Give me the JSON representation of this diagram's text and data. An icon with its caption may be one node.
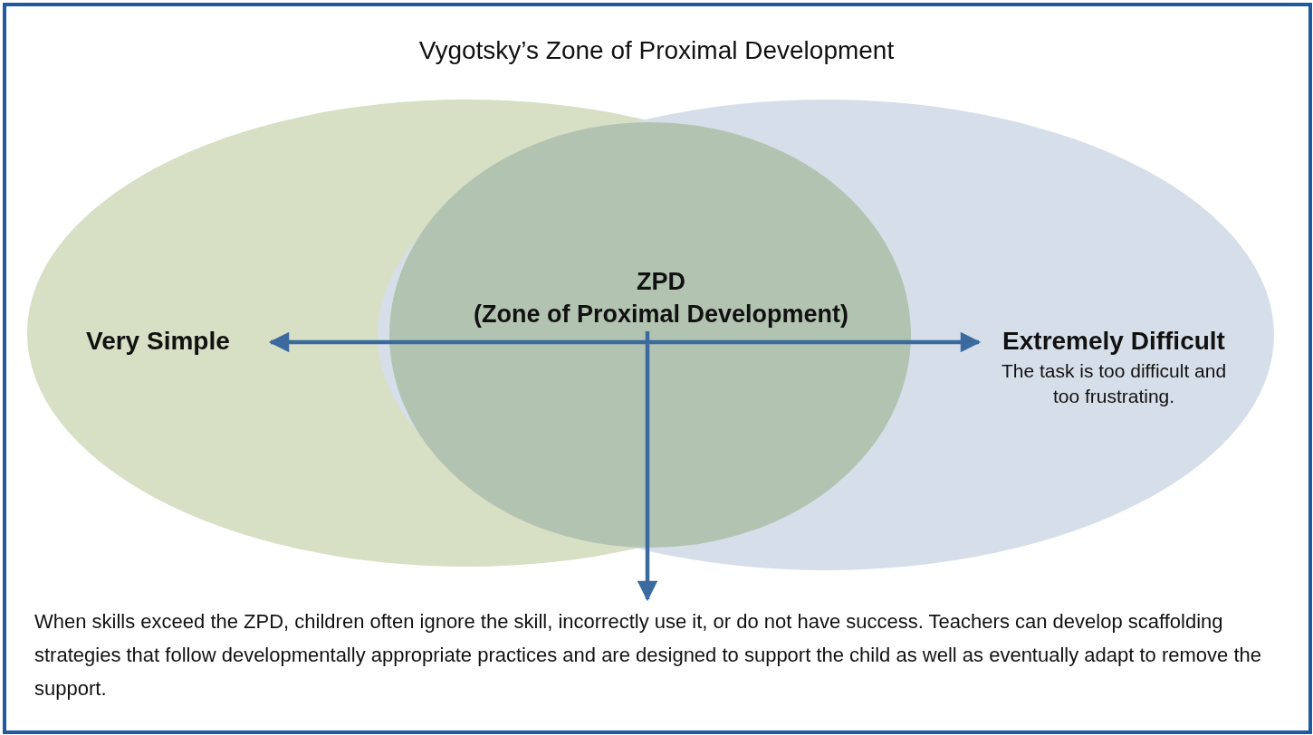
{
  "diagram": {
    "title": "Vygotsky’s Zone of Proximal Development",
    "nodes": [
      {
        "text": [
          "Very Simple"
        ]
      },
      {
        "text": [
          "Extremely Difficult",
          "The task is too difficult and too frustrating."
        ]
      },
      {
        "text": [
          "ZPD",
          "(Zone of Proximal Development)"
        ]
      },
      {
        "text": [
          "When skills exceed the ZPD, children often ignore the skill, incorrectly use it, or do not have success. Teachers can develop scaffolding strategies that follow developmentally appropriate practices and are designed to support the child as well as eventually adapt to remove the support."
        ]
      }
    ],
    "edges": [
      {
        "from": 0,
        "to": 1,
        "arrow": "both"
      },
      {
        "from": 2,
        "to": 3,
        "arrow": "to"
      }
    ]
  }
}
